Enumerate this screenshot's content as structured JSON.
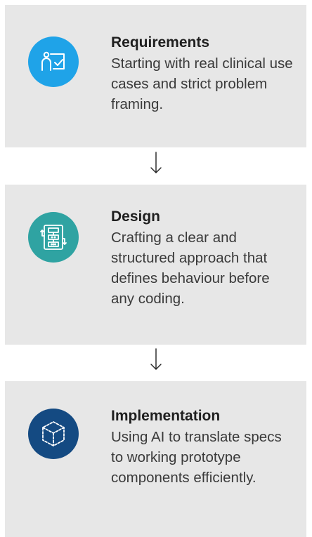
{
  "steps": [
    {
      "title": "Requirements",
      "description": "Starting with real clinical use cases and strict problem framing.",
      "icon": "person-board-icon",
      "color": "#1fa3e8"
    },
    {
      "title": "Design",
      "description": "Crafting a clear and structured approach that defines behaviour before any coding.",
      "icon": "flowchart-icon",
      "color": "#2fa3a2"
    },
    {
      "title": "Implementation",
      "description": "Using AI to translate specs to working prototype components efficiently.",
      "icon": "cube-icon",
      "color": "#144a82"
    }
  ]
}
